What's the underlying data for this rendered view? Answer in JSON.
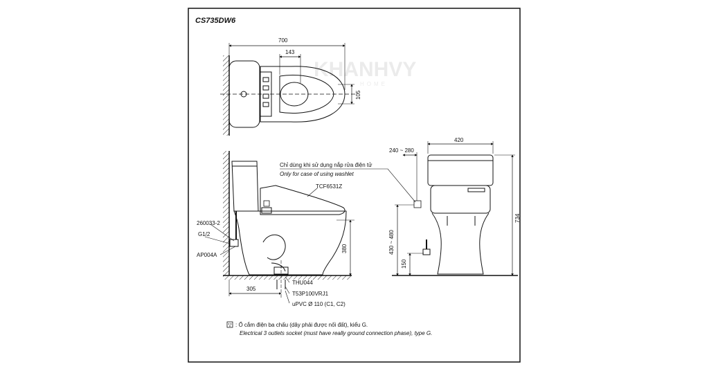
{
  "title": "CS735DW6",
  "watermark": {
    "brand": "KHANHVY",
    "sub": "HOME"
  },
  "top_view": {
    "dim_total": "700",
    "dim_inner": "143",
    "dim_side": "105"
  },
  "side_view": {
    "note_vi": "Chỉ dùng khi sử dụng nắp rửa điện tử",
    "note_en": "Only for case of using washlet",
    "seat_model": "TCF6531Z",
    "part_valve": "260033-2",
    "part_thread": "G1/2",
    "part_angle": "AP004A",
    "dim_height": "380",
    "dim_rough": "305",
    "part_flange": "THU044",
    "part_outlet": "T53P100VRJ1",
    "part_pipe": "uPVC Ø 110 (C1, C2)"
  },
  "front_view": {
    "dim_width": "420",
    "dim_socket_offset": "240 ~ 280",
    "dim_socket_height": "430 ~ 480",
    "dim_supply_height": "150",
    "dim_total_height": "734"
  },
  "legend": {
    "text_vi": ": Ổ cắm điện ba chấu (dây phải được nối đất), kiểu G.",
    "text_en": "Electrical 3 outlets socket (must have really ground connection phase), type G."
  }
}
